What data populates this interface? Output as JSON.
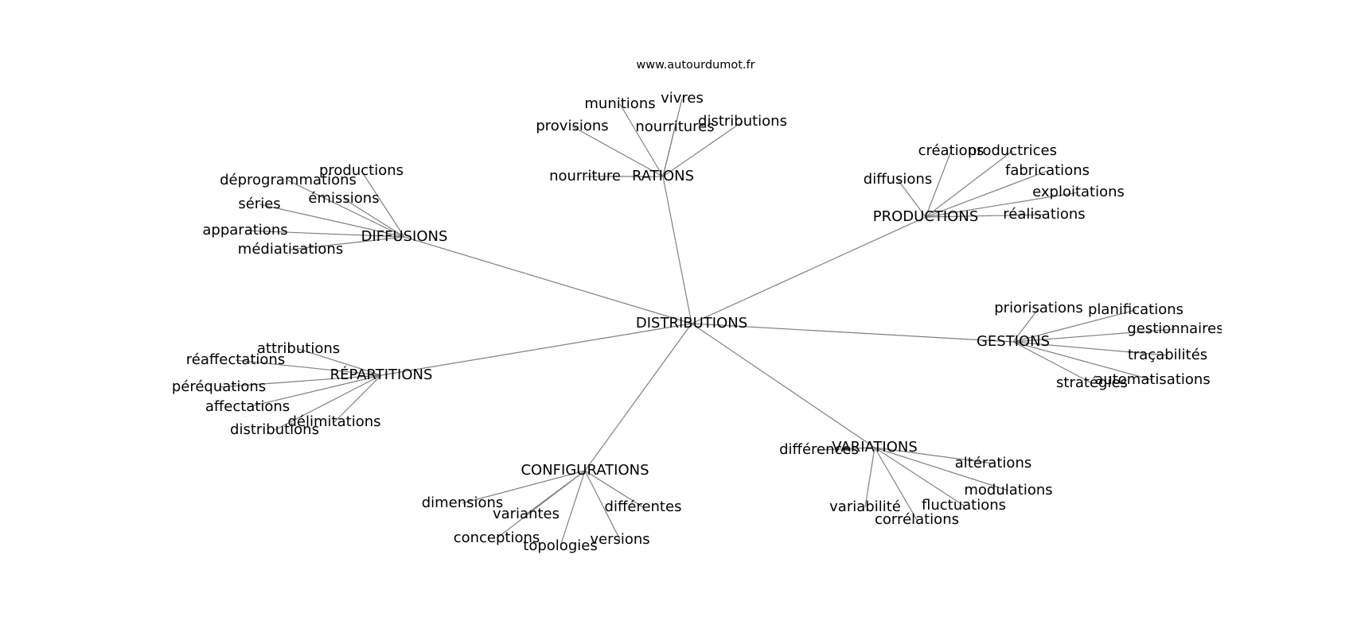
{
  "site_credit": "www.autourdumot.fr",
  "colors": {
    "edge": "#808080",
    "text": "#000000",
    "background": "#ffffff"
  },
  "graph": {
    "center": "DISTRIBUTIONS",
    "clusters": [
      {
        "name": "RATIONS",
        "leaves": [
          "vivres",
          "munitions",
          "distributions",
          "provisions",
          "nourritures",
          "nourriture"
        ]
      },
      {
        "name": "PRODUCTIONS",
        "leaves": [
          "créations",
          "productrices",
          "fabrications",
          "diffusions",
          "exploitations",
          "réalisations"
        ]
      },
      {
        "name": "DIFFUSIONS",
        "leaves": [
          "productions",
          "déprogrammations",
          "émissions",
          "séries",
          "apparations",
          "médiatisations"
        ]
      },
      {
        "name": "GESTIONS",
        "leaves": [
          "priorisations",
          "planifications",
          "gestionnaires",
          "traçabilités",
          "stratégies",
          "automatisations"
        ]
      },
      {
        "name": "RÉPARTITIONS",
        "leaves": [
          "attributions",
          "réaffectations",
          "péréquations",
          "affectations",
          "délimitations",
          "distributions"
        ]
      },
      {
        "name": "VARIATIONS",
        "leaves": [
          "différences",
          "altérations",
          "modulations",
          "variabilité",
          "fluctuations",
          "corrélations"
        ]
      },
      {
        "name": "CONFIGURATIONS",
        "leaves": [
          "dimensions",
          "différentes",
          "variantes",
          "conceptions",
          "versions",
          "topologies"
        ]
      }
    ]
  }
}
